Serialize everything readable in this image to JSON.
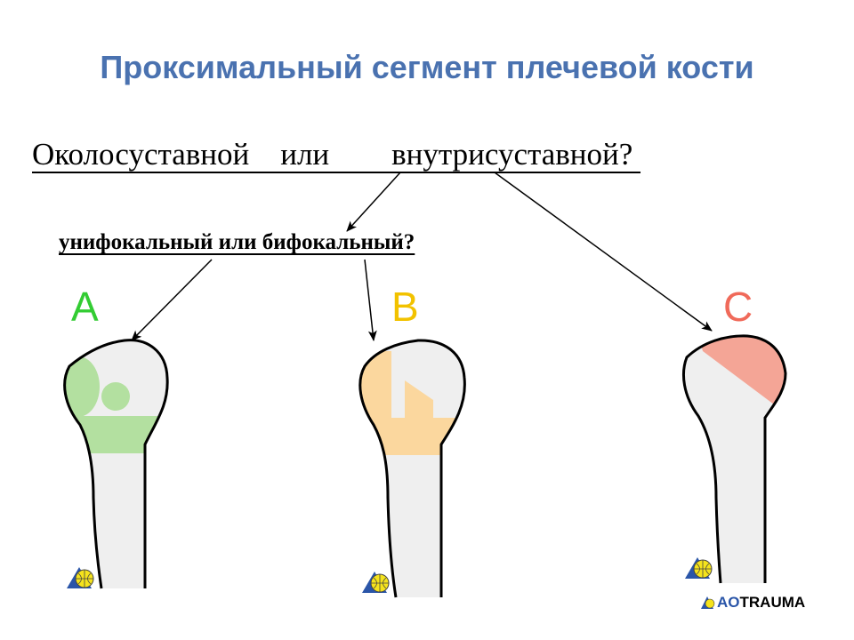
{
  "title": "Проксимальный сегмент плечевой кости",
  "question_primary": "Околосуставной    или        внутрисуставной? ",
  "question_secondary": "унифокальный или бифокальный?",
  "labels": {
    "a": {
      "text": "A",
      "color": "#33cc33"
    },
    "b": {
      "text": "B",
      "color": "#f2c200"
    },
    "c": {
      "text": "C",
      "color": "#f06a5a"
    }
  },
  "colors": {
    "bone_fill": "#efefef",
    "fracture_a": "#b3e0a0",
    "fracture_b": "#fbd79e",
    "fracture_c": "#f4a596"
  },
  "logo": {
    "prefix": "AO",
    "suffix": "TRAUMA"
  }
}
